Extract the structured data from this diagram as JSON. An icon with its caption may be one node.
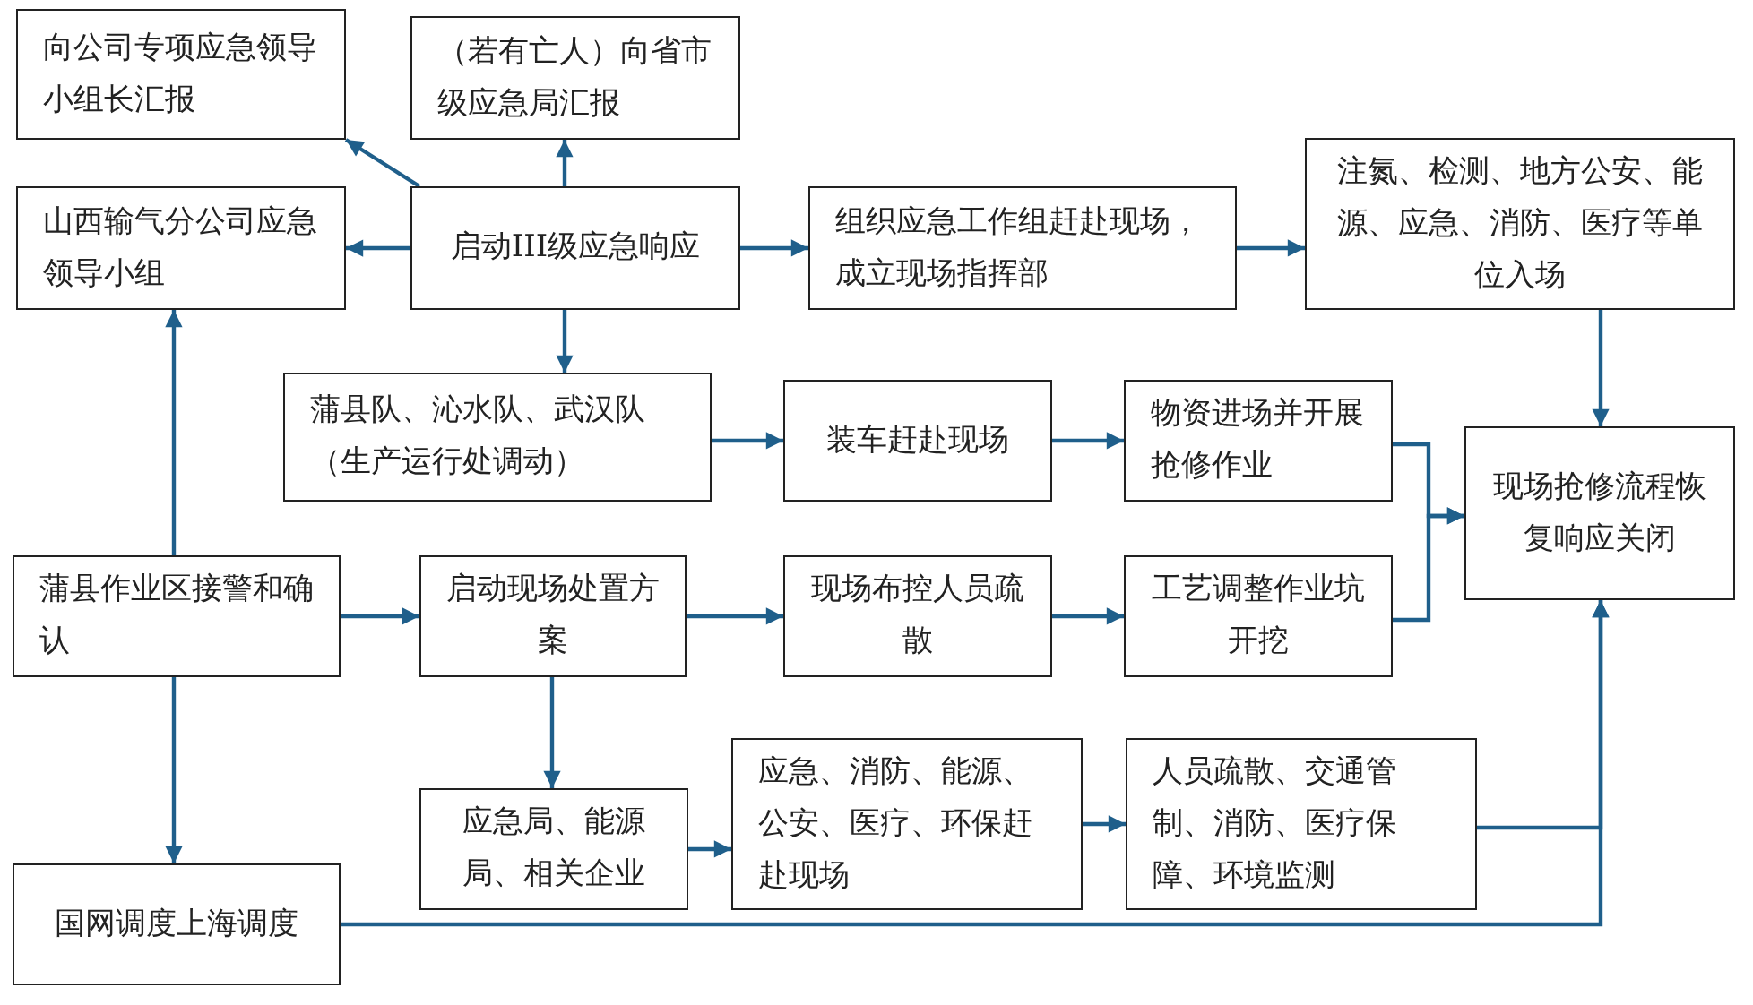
{
  "diagram": {
    "nodes": [
      {
        "text": [
          "向公司专项应急领导小组长汇报"
        ]
      },
      {
        "text": [
          "（若有亡人）向省市级应急局汇报"
        ]
      },
      {
        "text": [
          "山西输气分公司应急领导小组"
        ]
      },
      {
        "text": [
          "启动III级应急响应"
        ]
      },
      {
        "text": [
          "组织应急工作组赶赴现场，成立现场指挥部"
        ]
      },
      {
        "text": [
          "注氮、检测、地方公安、能源、应急、消防、医疗等单位入场"
        ]
      },
      {
        "text": [
          "蒲县队、沁水队、武汉队（生产运行处调动）"
        ]
      },
      {
        "text": [
          "装车赶赴现场"
        ]
      },
      {
        "text": [
          "物资进场并开展抢修作业"
        ]
      },
      {
        "text": [
          "现场抢修流程恢复响应关闭"
        ]
      },
      {
        "text": [
          "蒲县作业区接警和确认"
        ]
      },
      {
        "text": [
          "启动现场处置方案"
        ]
      },
      {
        "text": [
          "现场布控人员疏散"
        ]
      },
      {
        "text": [
          "工艺调整作业坑开挖"
        ]
      },
      {
        "text": [
          "应急局、能源局、相关企业"
        ]
      },
      {
        "text": [
          "应急、消防、能源、公安、医疗、环保赶赴现场"
        ]
      },
      {
        "text": [
          "人员疏散、交通管制、消防、医疗保障、环境监测"
        ]
      },
      {
        "text": [
          "国网调度上海调度"
        ]
      }
    ],
    "edges": [
      {
        "from": 3,
        "to": 0,
        "arrow": "to"
      },
      {
        "from": 3,
        "to": 1,
        "arrow": "to"
      },
      {
        "from": 3,
        "to": 2,
        "arrow": "to"
      },
      {
        "from": 3,
        "to": 4,
        "arrow": "to"
      },
      {
        "from": 3,
        "to": 6,
        "arrow": "to"
      },
      {
        "from": 4,
        "to": 5,
        "arrow": "to"
      },
      {
        "from": 5,
        "to": 9,
        "arrow": "to"
      },
      {
        "from": 6,
        "to": 7,
        "arrow": "to"
      },
      {
        "from": 7,
        "to": 8,
        "arrow": "to"
      },
      {
        "from": 8,
        "to": 9,
        "arrow": "to"
      },
      {
        "from": 13,
        "to": 9,
        "arrow": "to"
      },
      {
        "from": 10,
        "to": 2,
        "arrow": "to"
      },
      {
        "from": 10,
        "to": 11,
        "arrow": "to"
      },
      {
        "from": 10,
        "to": 17,
        "arrow": "to"
      },
      {
        "from": 11,
        "to": 12,
        "arrow": "to"
      },
      {
        "from": 12,
        "to": 13,
        "arrow": "to"
      },
      {
        "from": 11,
        "to": 14,
        "arrow": "to"
      },
      {
        "from": 14,
        "to": 15,
        "arrow": "to"
      },
      {
        "from": 15,
        "to": 16,
        "arrow": "to"
      },
      {
        "from": 16,
        "to": 9,
        "arrow": "to"
      },
      {
        "from": 17,
        "to": 9,
        "arrow": "to"
      }
    ]
  }
}
